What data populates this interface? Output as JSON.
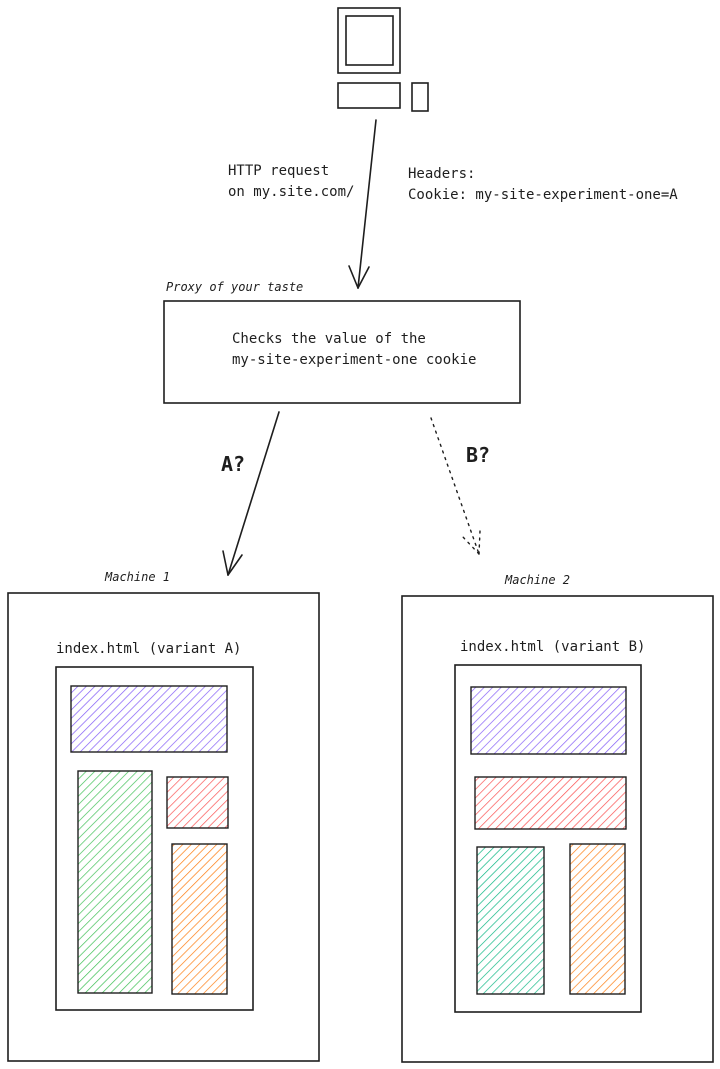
{
  "request": {
    "line1": "HTTP request",
    "line2": "on my.site.com/"
  },
  "headers": {
    "title": "Headers:",
    "cookie": "Cookie: my-site-experiment-one=A"
  },
  "proxy": {
    "title": "Proxy of your taste",
    "line1": "Checks the value of  the",
    "line2": "my-site-experiment-one cookie"
  },
  "branches": {
    "a": "A?",
    "b": "B?"
  },
  "machines": [
    {
      "title": "Machine 1",
      "page_label": "index.html (variant A)"
    },
    {
      "title": "Machine 2",
      "page_label": "index.html (variant B)"
    }
  ],
  "colors": {
    "stroke": "#1e1e1e",
    "purple": "#845ef7",
    "green": "#40c057",
    "red": "#fa5252",
    "orange": "#fd7e14",
    "teal": "#12b886"
  },
  "icons": [
    "computer-monitor-icon",
    "keyboard-icon",
    "mouse-icon"
  ]
}
